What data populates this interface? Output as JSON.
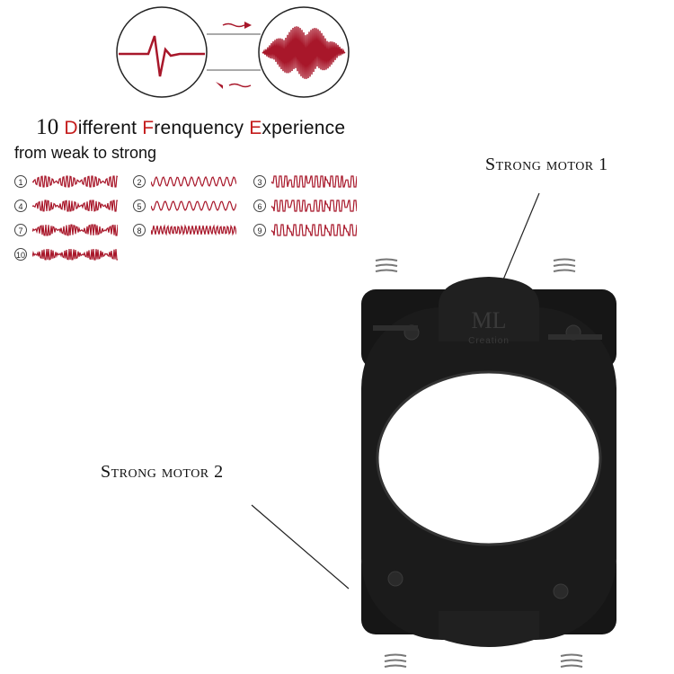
{
  "heading": {
    "number": "10",
    "words": [
      {
        "cap": "D",
        "rest": "ifferent "
      },
      {
        "cap": "F",
        "rest": "renquency "
      },
      {
        "cap": "E",
        "rest": "xperience"
      }
    ],
    "subheading": "from weak to strong"
  },
  "modes": [
    {
      "label": "1"
    },
    {
      "label": "2"
    },
    {
      "label": "3"
    },
    {
      "label": "4"
    },
    {
      "label": "5"
    },
    {
      "label": "6"
    },
    {
      "label": "7"
    },
    {
      "label": "8"
    },
    {
      "label": "9"
    },
    {
      "label": "10"
    }
  ],
  "callouts": {
    "motor_1": "Strong motor 1",
    "motor_2": "Strong motor 2"
  },
  "product": {
    "logo_main": "ML",
    "logo_sub": "Creation"
  },
  "colors": {
    "accent": "#c41c1c",
    "wave": "#a8172a",
    "ring": "#1b1b1b"
  }
}
